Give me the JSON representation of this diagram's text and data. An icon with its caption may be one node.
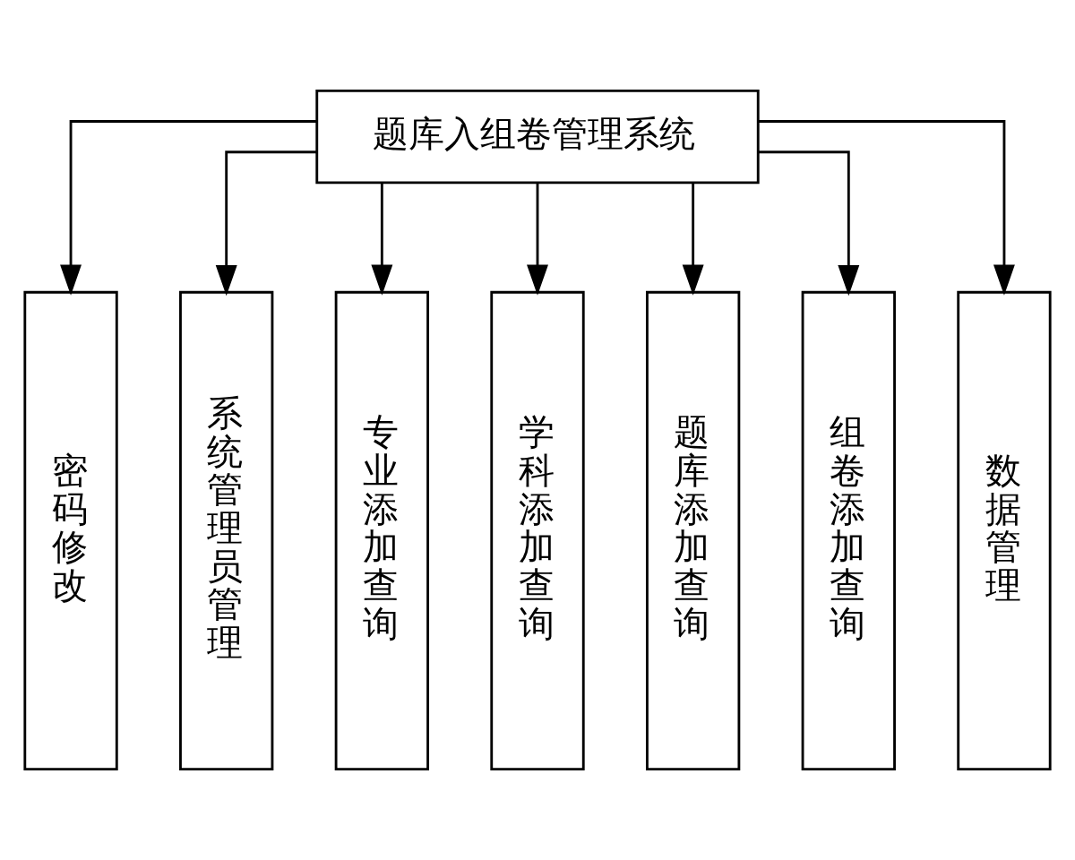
{
  "diagram": {
    "nodes": [
      {
        "text": [
          "题库入组卷管理系统"
        ]
      },
      {
        "text": [
          "密码修改"
        ]
      },
      {
        "text": [
          "系统管理员管理"
        ]
      },
      {
        "text": [
          "专业添加查询"
        ]
      },
      {
        "text": [
          "学科添加查询"
        ]
      },
      {
        "text": [
          "题库添加查询"
        ]
      },
      {
        "text": [
          "组卷添加查询"
        ]
      },
      {
        "text": [
          "数据管理"
        ]
      }
    ],
    "edges": [
      {
        "from": 0,
        "to": 1,
        "arrow": "to"
      },
      {
        "from": 0,
        "to": 2,
        "arrow": "to"
      },
      {
        "from": 0,
        "to": 3,
        "arrow": "to"
      },
      {
        "from": 0,
        "to": 4,
        "arrow": "to"
      },
      {
        "from": 0,
        "to": 5,
        "arrow": "to"
      },
      {
        "from": 0,
        "to": 6,
        "arrow": "to"
      },
      {
        "from": 0,
        "to": 7,
        "arrow": "to"
      }
    ]
  }
}
